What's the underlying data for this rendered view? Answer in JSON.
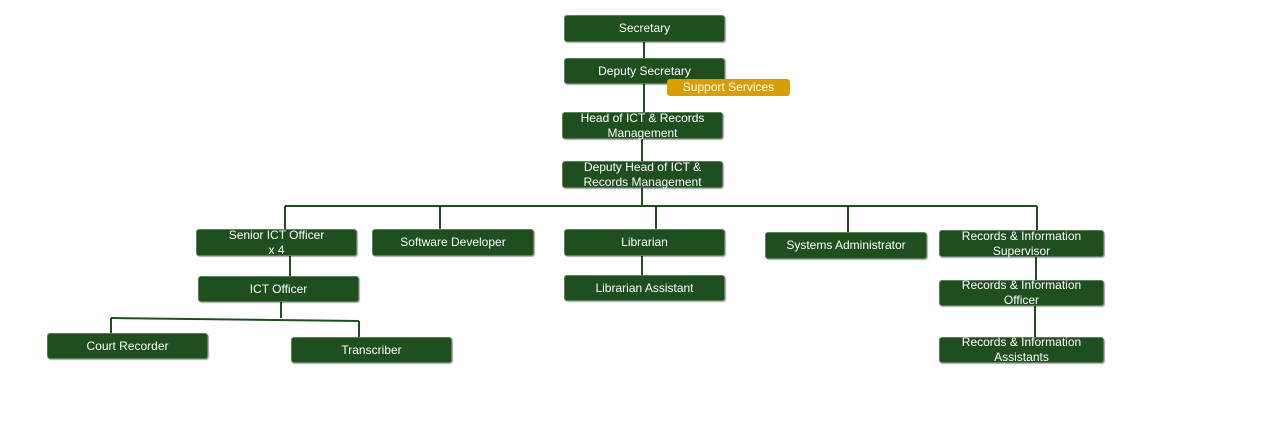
{
  "colors": {
    "node_fill": "#1f4e1f",
    "connector": "#1f4e1f",
    "accent_fill": "#d99e06",
    "text": "#ffffff"
  },
  "org_chart": {
    "secretary": "Secretary",
    "deputy_secretary": "Deputy Secretary",
    "support_services": "Support Services",
    "head_ict": "Head of ICT & Records\nManagement",
    "deputy_head_ict": "Deputy Head of ICT &\nRecords Management",
    "senior_ict_officer": "Senior ICT Officer\nx 4",
    "software_developer": "Software Developer",
    "librarian": "Librarian",
    "systems_administrator": "Systems Administrator",
    "records_supervisor": "Records  & Information\nSupervisor",
    "ict_officer": "ICT Officer",
    "librarian_assistant": "Librarian Assistant",
    "records_officer": "Records  & Information\nOfficer",
    "court_recorder": "Court Recorder",
    "transcriber": "Transcriber",
    "records_assistants": "Records  & Information\nAssistants"
  }
}
